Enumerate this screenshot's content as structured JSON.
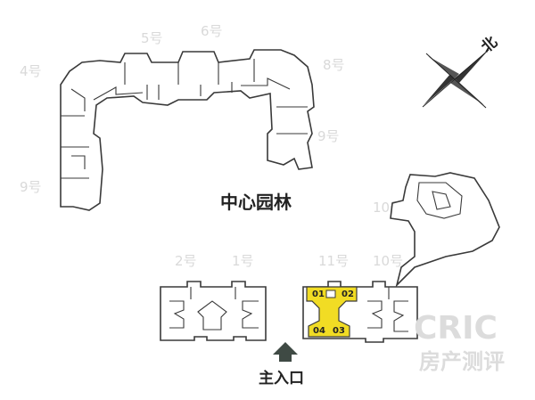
{
  "plan": {
    "center_garden_label": "中心园林",
    "main_entrance_label": "主入口",
    "compass_label": "北",
    "highlight_color": "#f1dc24"
  },
  "units": [
    {
      "label": "01"
    },
    {
      "label": "02"
    },
    {
      "label": "03"
    },
    {
      "label": "04"
    }
  ],
  "buildings": {
    "labels": [
      "2号",
      "1号",
      "11号",
      "10号",
      "9号",
      "8号",
      "5号",
      "4号",
      "6号"
    ]
  },
  "watermark": {
    "brand": "CRIC",
    "subtitle": "房产测评"
  }
}
